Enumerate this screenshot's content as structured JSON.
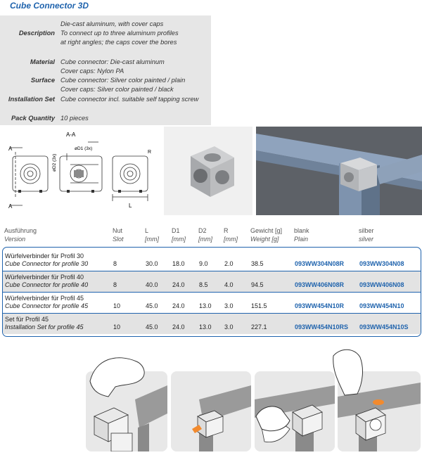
{
  "title": "Cube Connector 3D",
  "spec": [
    {
      "label": "",
      "value": "Die-cast aluminum, with cover caps"
    },
    {
      "label": "Description",
      "value": "To connect up to three aluminum profiles"
    },
    {
      "label": "",
      "value": "at right angles; the caps cover the bores"
    },
    {
      "label": "Material",
      "value": "Cube connector: Die-cast aluminum"
    },
    {
      "label": "",
      "value": "Cover caps: Nylon PA"
    },
    {
      "label": "Surface",
      "value": "Cube connector: Silver color painted / plain"
    },
    {
      "label": "",
      "value": "Cover caps: Silver color painted / black"
    },
    {
      "label": "Installation Set",
      "value": "Cube connector incl. suitable self tapping screw"
    },
    {
      "label": "Pack Quantity",
      "value": "10 pieces"
    }
  ],
  "drawing": {
    "section_label": "A-A",
    "marker_a": "A",
    "dim_d1": "øD1 (3x)",
    "dim_d2": "øD2 (3x)",
    "dim_r": "R",
    "dim_l": "L"
  },
  "table": {
    "headers": [
      {
        "de": "Ausführung",
        "en": "Version"
      },
      {
        "de": "Nut",
        "en": "Slot"
      },
      {
        "de": "L",
        "en": "[mm]"
      },
      {
        "de": "D1",
        "en": "[mm]"
      },
      {
        "de": "D2",
        "en": "[mm]"
      },
      {
        "de": "R",
        "en": "[mm]"
      },
      {
        "de": "Gewicht [g]",
        "en": "Weight [g]"
      },
      {
        "de": "blank",
        "en": "Plain"
      },
      {
        "de": "silber",
        "en": "silver"
      }
    ],
    "rows": [
      {
        "de": "Würfelverbinder für Profil 30",
        "en": "Cube Connector for profile 30",
        "slot": "8",
        "l": "30.0",
        "d1": "18.0",
        "d2": "9.0",
        "r": "2.0",
        "weight": "38.5",
        "plain": "093WW304N08R",
        "silver": "093WW304N08"
      },
      {
        "de": "Würfelverbinder für Profil 40",
        "en": "Cube Connector for profile 40",
        "slot": "8",
        "l": "40.0",
        "d1": "24.0",
        "d2": "8.5",
        "r": "4.0",
        "weight": "94.5",
        "plain": "093WW406N08R",
        "silver": "093WW406N08"
      },
      {
        "de": "Würfelverbinder für Profil 45",
        "en": "Cube Connector for profile 45",
        "slot": "10",
        "l": "45.0",
        "d1": "24.0",
        "d2": "13.0",
        "r": "3.0",
        "weight": "151.5",
        "plain": "093WW454N10R",
        "silver": "093WW454N10"
      },
      {
        "de": "Set für Profil 45",
        "en": "Installation Set for profile 45",
        "slot": "10",
        "l": "45.0",
        "d1": "24.0",
        "d2": "13.0",
        "r": "3.0",
        "weight": "227.1",
        "plain": "093WW454N10RS",
        "silver": "093WW454N10S"
      }
    ]
  },
  "colors": {
    "accent": "#1f63ad",
    "shade": "#e3e3e3",
    "spec_bg": "#e6e6e6"
  }
}
